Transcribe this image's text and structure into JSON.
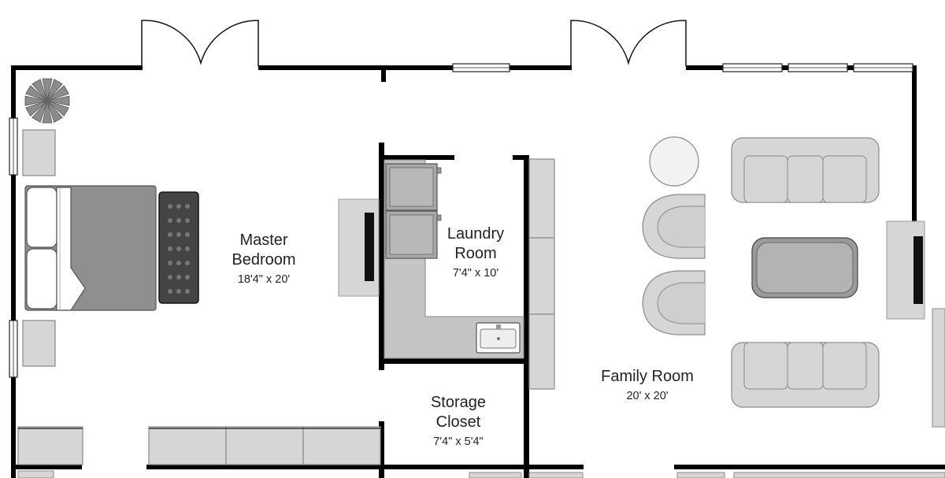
{
  "rooms": {
    "master_bedroom": {
      "name_line1": "Master",
      "name_line2": "Bedroom",
      "dims": "18'4\" x 20'"
    },
    "laundry_room": {
      "name_line1": "Laundry",
      "name_line2": "Room",
      "dims": "7'4\" x 10'"
    },
    "storage_closet": {
      "name_line1": "Storage",
      "name_line2": "Closet",
      "dims": "7'4\" x 5'4\""
    },
    "family_room": {
      "name_line1": "Family Room",
      "dims": "20' x 20'"
    }
  },
  "colors": {
    "wall": "#000000",
    "fixture_fill": "#d6d6d6",
    "fixture_stroke": "#8a8a8a",
    "bed_fill": "#8f8f8f",
    "bench_fill": "#444444",
    "floor": "#ffffff"
  },
  "icons": {
    "plant": "plant-icon",
    "bed": "bed-icon",
    "sink": "sink-icon",
    "washer": "washer-icon",
    "dryer": "dryer-icon",
    "sofa": "sofa-icon",
    "armchair": "armchair-icon",
    "round_table": "round-table-icon",
    "coffee_table": "coffee-table-icon",
    "fireplace": "fireplace-icon",
    "tv": "tv-icon"
  }
}
